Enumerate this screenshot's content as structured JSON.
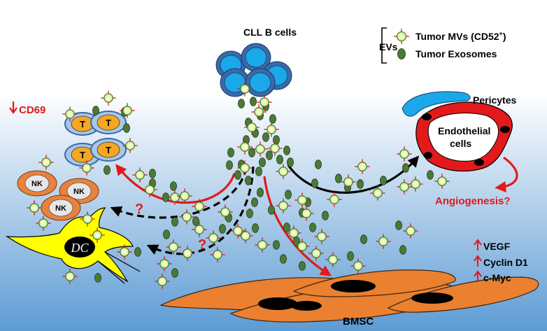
{
  "labels": {
    "cll_b_cells": "CLL B cells",
    "evs": "EVs",
    "tumor_mvs": "Tumor MVs (CD52",
    "tumor_mvs_sup": "+",
    "tumor_mvs_close": ")",
    "tumor_exosomes": "Tumor Exosomes",
    "cd69": "CD69",
    "t_cell": "T",
    "nk_cell": "NK",
    "dc_cell": "DC",
    "pericytes": "Pericytes",
    "endothelial_line1": "Endothelial",
    "endothelial_line2": "cells",
    "angiogenesis": "Angiogenesis?",
    "vegf": "VEGF",
    "cyclin_d1": "Cyclin D1",
    "c_myc": "c-Myc",
    "bmsc": "BMSC",
    "question_mark": "?"
  },
  "colors": {
    "red_accent": "#e3191b",
    "background_top": "#ffffff",
    "background_bottom": "#5d9bd4",
    "cll_cell": "#1aa8e8",
    "cll_cell_border": "#3b6aa8",
    "t_cell_nucleus": "#f5a623",
    "t_cell_body": "#a9c6e6",
    "nk_cell_body": "#e8823c",
    "dc_cell": "#ffff00",
    "pericyte": "#1aa8e8",
    "endothelial": "#e3191b",
    "bmsc": "#ea8030",
    "exosome": "#4a7a35",
    "microvesicle": "#ccf07a"
  },
  "icons": [
    "microvesicle-icon",
    "exosome-icon",
    "up-arrow-icon",
    "down-arrow-icon"
  ]
}
